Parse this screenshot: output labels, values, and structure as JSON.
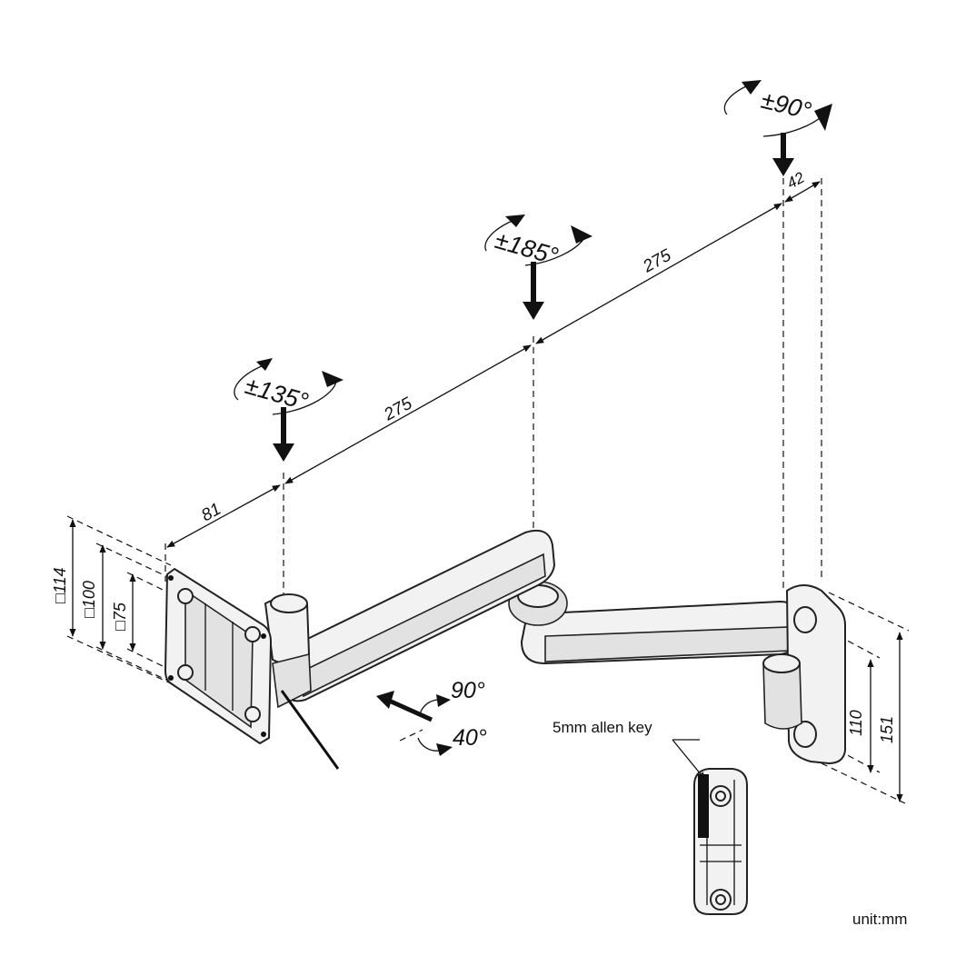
{
  "dimensions": {
    "offset_81": "81",
    "arm1_275": "275",
    "arm2_275": "275",
    "wall_42": "42",
    "vesa_114": "□114",
    "vesa_100": "□100",
    "vesa_75": "□75",
    "plate_110": "110",
    "plate_151": "151"
  },
  "rotations": {
    "head": "±135°",
    "elbow": "±185°",
    "wall": "±90°",
    "tilt_up": "90°",
    "tilt_down": "40°"
  },
  "callouts": {
    "allen_key": "5mm allen key"
  },
  "unit": "unit:mm",
  "colors": {
    "line": "#111111",
    "part_fill": "#f2f2f2",
    "shadow": "#e2e2e2"
  }
}
